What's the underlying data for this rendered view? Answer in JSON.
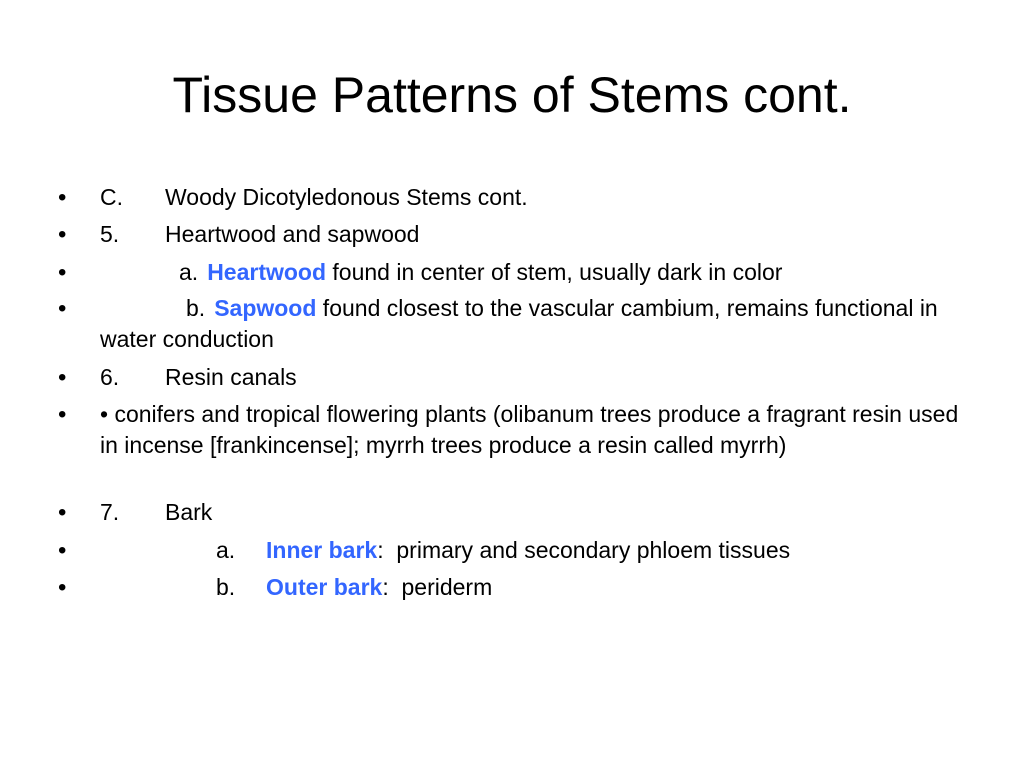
{
  "title": "Tissue Patterns of Stems cont.",
  "bullet_glyph": "•",
  "items": [
    {
      "num": "C.",
      "text": "Woody Dicotyledonous Stems cont."
    },
    {
      "num": "5.",
      "text": "Heartwood and sapwood"
    },
    {
      "num": "a.",
      "term": "Heartwood",
      "rest": " found in center of stem, usually dark in color"
    },
    {
      "num": "b.",
      "term": "Sapwood",
      "rest": " found closest to the vascular cambium, remains functional in water conduction"
    },
    {
      "num": "6.",
      "text": "Resin canals"
    },
    {
      "text": "• conifers and tropical flowering plants (olibanum trees produce a fragrant resin used in incense [frankincense]; myrrh trees produce a resin called myrrh)"
    },
    {
      "num": "7.",
      "text": "Bark"
    },
    {
      "num": "a.",
      "term": "Inner bark",
      "rest": ":  primary and secondary phloem tissues"
    },
    {
      "num": "b.",
      "term": "Outer bark",
      "rest": ":  periderm"
    }
  ],
  "colors": {
    "highlight": "#3366ff",
    "text": "#000000",
    "background": "#ffffff"
  }
}
